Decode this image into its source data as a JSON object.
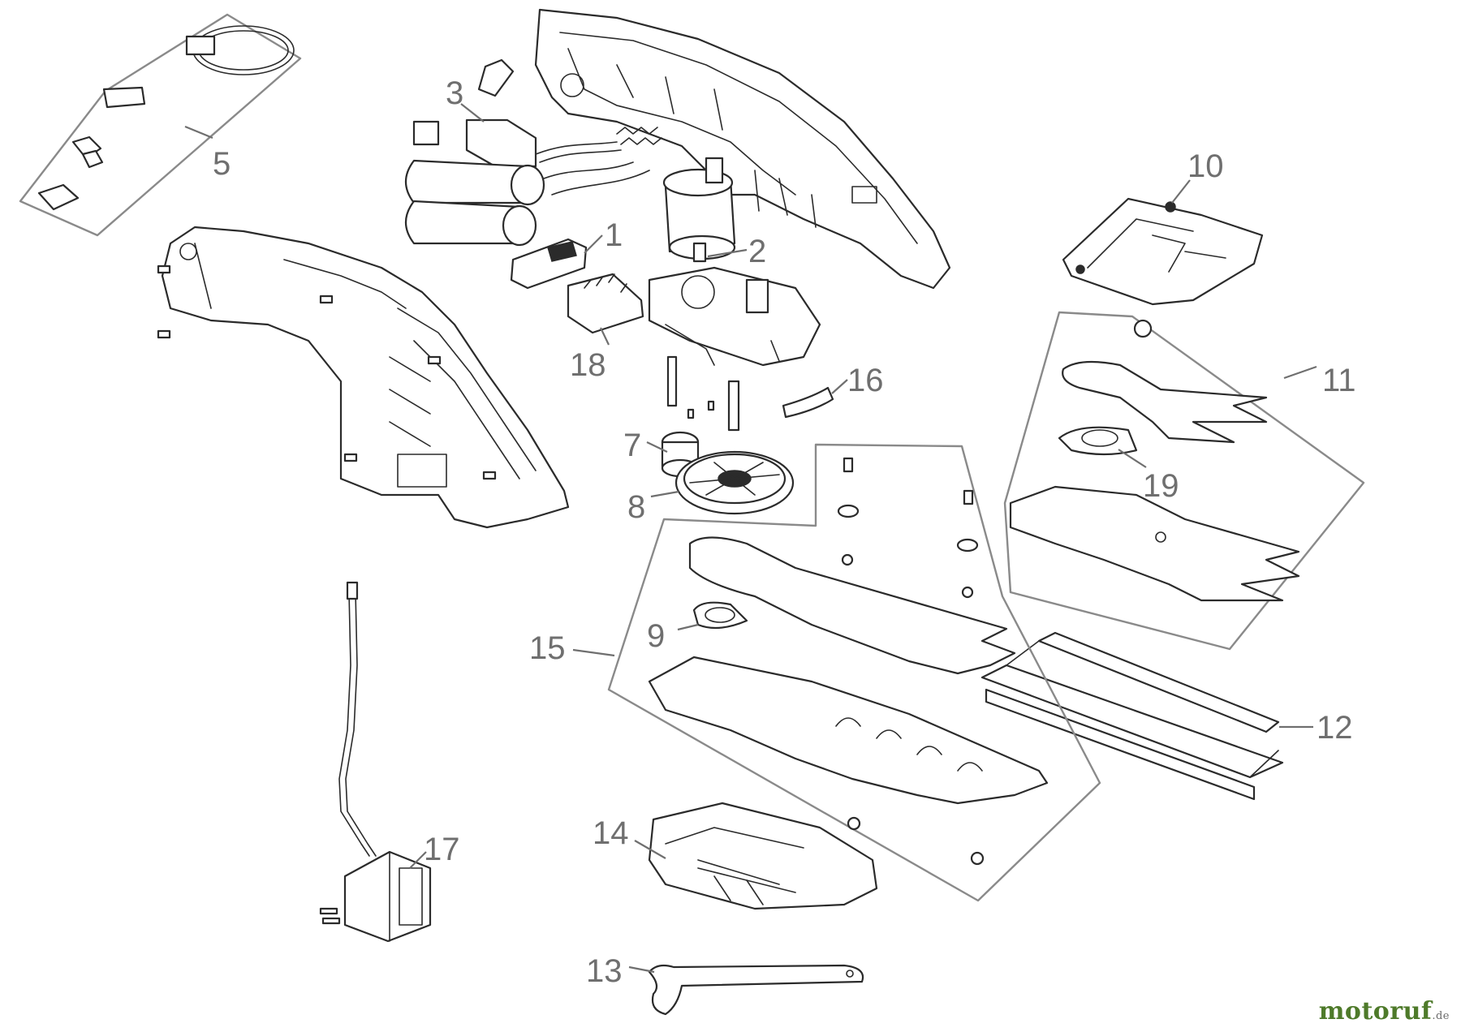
{
  "diagram": {
    "callouts": [
      {
        "id": "1",
        "text": "1"
      },
      {
        "id": "2",
        "text": "2"
      },
      {
        "id": "3",
        "text": "3"
      },
      {
        "id": "5",
        "text": "5"
      },
      {
        "id": "7",
        "text": "7"
      },
      {
        "id": "8",
        "text": "8"
      },
      {
        "id": "9",
        "text": "9"
      },
      {
        "id": "10",
        "text": "10"
      },
      {
        "id": "11",
        "text": "11"
      },
      {
        "id": "12",
        "text": "12"
      },
      {
        "id": "13",
        "text": "13"
      },
      {
        "id": "14",
        "text": "14"
      },
      {
        "id": "15",
        "text": "15"
      },
      {
        "id": "16",
        "text": "16"
      },
      {
        "id": "17",
        "text": "17"
      },
      {
        "id": "18",
        "text": "18"
      },
      {
        "id": "19",
        "text": "19"
      }
    ]
  },
  "watermark": {
    "brand_a": "motoruf",
    "brand_b": "",
    "tld": ".de"
  }
}
